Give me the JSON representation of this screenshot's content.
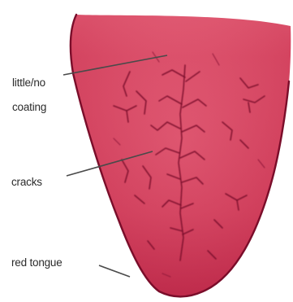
{
  "labels": {
    "coating_line1": "little/no",
    "coating_line2": "coating",
    "cracks": "cracks",
    "tongue": "red tongue"
  },
  "colors": {
    "tongue_fill": "#d9405c",
    "tongue_tip": "#b81f45",
    "tongue_outline": "#7a0d2a",
    "crack": "#7d0f2e",
    "label_text": "#2b2b2b"
  }
}
